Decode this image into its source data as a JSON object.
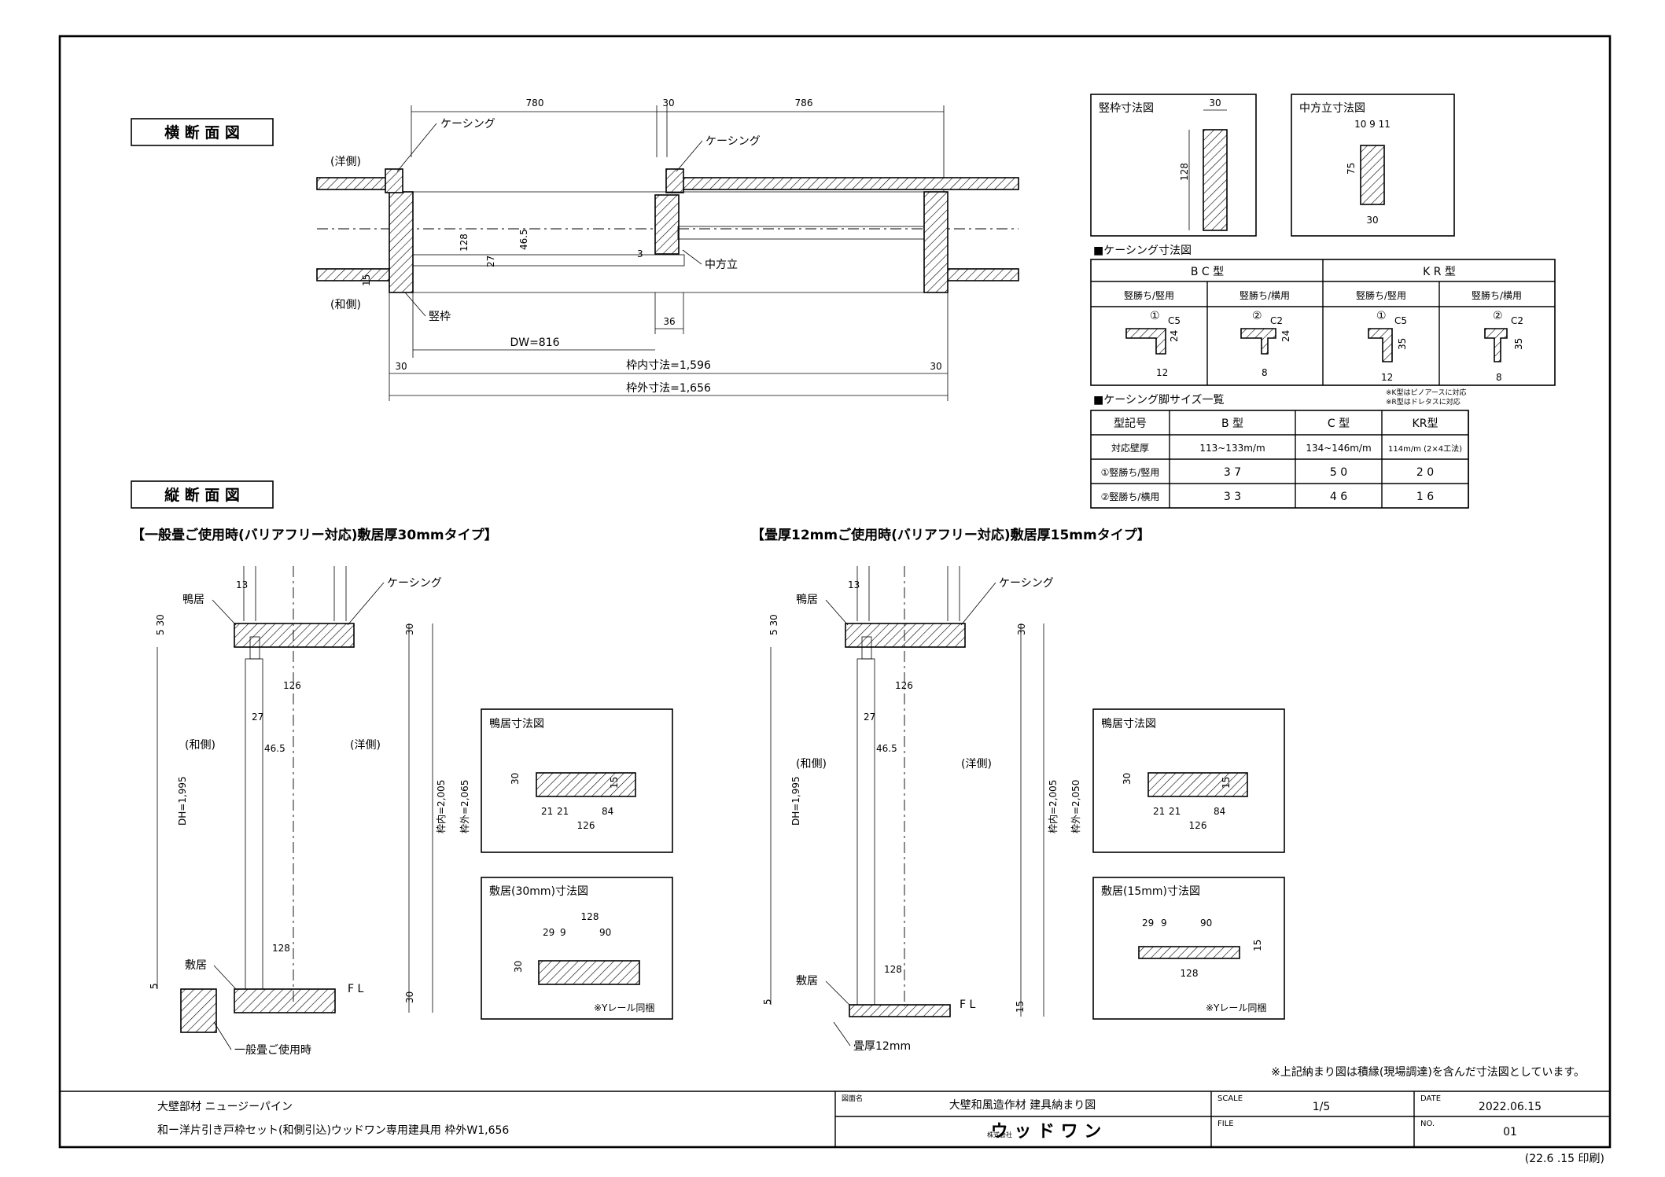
{
  "sections": {
    "horizontal_title": "横 断 面 図",
    "vertical_title": "縦 断 面 図"
  },
  "horizontal": {
    "dim_left_top": "780",
    "dim_mid_top": "30",
    "dim_right_top": "786",
    "casing_left": "ケーシング",
    "casing_right": "ケーシング",
    "western_side": "(洋側)",
    "japanese_side": "(和側)",
    "dim_128": "128",
    "dim_27": "27",
    "dim_46_5": "46.5",
    "dim_15": "15",
    "dim_3": "3",
    "center_post": "中方立",
    "vertical_frame": "竪枠",
    "dim_36": "36",
    "dw": "DW=816",
    "dim_30_left": "30",
    "dim_30_right": "30",
    "inner": "枠内寸法=1,596",
    "outer": "枠外寸法=1,656"
  },
  "frame_detail": {
    "title": "竪枠寸法図",
    "d30": "30",
    "d128": "128"
  },
  "center_detail": {
    "title": "中方立寸法図",
    "d_top": "10 9 11",
    "d75": "75",
    "d30": "30"
  },
  "casing_table": {
    "title": "■ケーシング寸法図",
    "bc": "B C 型",
    "kr": "K R 型",
    "sub": [
      "竪勝ち/竪用",
      "竪勝ち/横用",
      "竪勝ち/竪用",
      "竪勝ち/横用"
    ],
    "marks": [
      "①",
      "②",
      "①",
      "②"
    ],
    "c": [
      "C5",
      "C2",
      "C5",
      "C2"
    ],
    "h": [
      "24",
      "24",
      "35",
      "35"
    ],
    "w": [
      "12",
      "8",
      "12",
      "8"
    ]
  },
  "leg_table": {
    "title": "■ケーシング脚サイズ一覧",
    "note1": "※K型はピノアースに対応",
    "note2": "※R型はドレタスに対応",
    "header": [
      "型記号",
      "B 型",
      "C 型",
      "KR型"
    ],
    "rows": [
      [
        "対応壁厚",
        "113~133m/m",
        "134~146m/m",
        "114m/m (2×4工法)"
      ],
      [
        "①竪勝ち/竪用",
        "3 7",
        "5 0",
        "2 0"
      ],
      [
        "②竪勝ち/横用",
        "3 3",
        "4 6",
        "1 6"
      ]
    ]
  },
  "left_section": {
    "heading": "【一般畳ご使用時(バリアフリー対応)敷居厚30mmタイプ】",
    "lintel": "鴨居",
    "casing": "ケーシング",
    "d13": "13",
    "d5_30": "5 30",
    "d30_top": "30",
    "d126": "126",
    "d27": "27",
    "japanese_side": "(和側)",
    "d46_5": "46.5",
    "western_side": "(洋側)",
    "dh": "DH=1,995",
    "inner": "枠内=2,005",
    "outer": "枠外=2,065",
    "d128": "128",
    "sill": "敷居",
    "d5": "5",
    "fl": "F L",
    "d30_bottom": "30",
    "note": "一般畳ご使用時"
  },
  "right_section": {
    "heading": "【畳厚12mmご使用時(バリアフリー対応)敷居厚15mmタイプ】",
    "lintel": "鴨居",
    "casing": "ケーシング",
    "d13": "13",
    "d5_30": "5 30",
    "d30_top": "30",
    "d126": "126",
    "d27": "27",
    "japanese_side": "(和側)",
    "d46_5": "46.5",
    "western_side": "(洋側)",
    "dh": "DH=1,995",
    "inner": "枠内=2,005",
    "outer": "枠外=2,050",
    "d128": "128",
    "sill": "敷居",
    "d5": "5",
    "fl": "F L",
    "d15": "15",
    "note": "畳厚12mm"
  },
  "lintel_detail_left": {
    "title": "鴨居寸法図",
    "d30": "30",
    "d15": "15",
    "d21a": "21",
    "d21b": "21",
    "d84": "84",
    "d126": "126"
  },
  "lintel_detail_right": {
    "title": "鴨居寸法図",
    "d30": "30",
    "d15": "15",
    "d21a": "21",
    "d21b": "21",
    "d84": "84",
    "d126": "126"
  },
  "sill_detail_left": {
    "title": "敷居(30mm)寸法図",
    "d128": "128",
    "d29": "29",
    "d9": "9",
    "d90": "90",
    "d30": "30",
    "note": "※Yレール同梱"
  },
  "sill_detail_right": {
    "title": "敷居(15mm)寸法図",
    "d29": "29",
    "d9": "9",
    "d90": "90",
    "d15": "15",
    "d128": "128",
    "note": "※Yレール同梱"
  },
  "footnote": "※上記納まり図は積縁(現場調達)を含んだ寸法図としています。",
  "title_block": {
    "product_line": "大壁部材 ニュージーパイン",
    "product_desc": "和ー洋片引き戸枠セット(和側引込)ウッドワン専用建具用 枠外W1,656",
    "drawing_label": "図面名",
    "drawing_name": "大壁和風造作材 建具納まり図",
    "company_prefix": "株式会社",
    "company": "ウ ッ ド ワ ン",
    "scale_label": "SCALE",
    "scale": "1/5",
    "date_label": "DATE",
    "date": "2022.06.15",
    "file_label": "FILE",
    "no_label": "NO.",
    "no": "01"
  },
  "print_note": "(22.6 .15 印刷)"
}
